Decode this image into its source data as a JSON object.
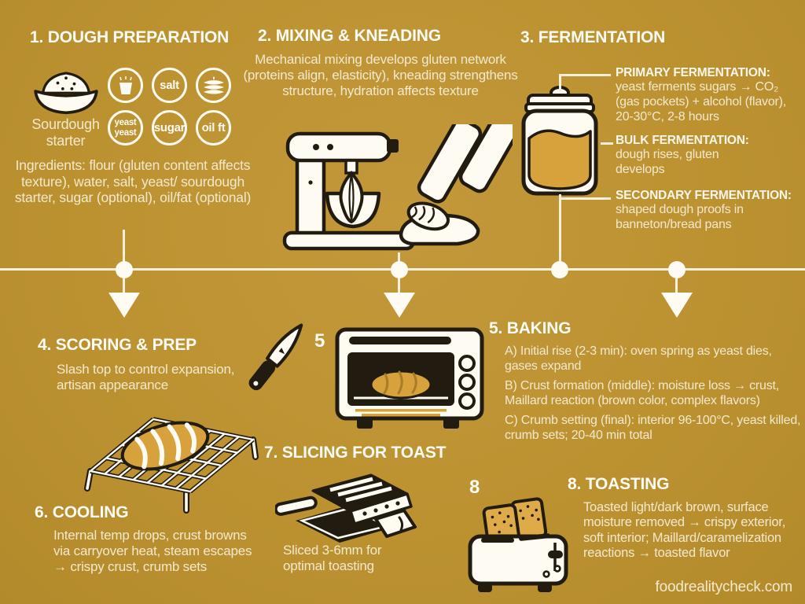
{
  "palette": {
    "background": "#bc9231",
    "ink_outline": "#211b10",
    "heading_white": "#fdfcf4",
    "body_cream": "#f3e9cc",
    "dough_gold": "#d7a23b",
    "toast_gold": "#dfab49"
  },
  "dough_prep": {
    "title": "1. DOUGH PREPARATION",
    "bowl_caption": "Sourdough starter",
    "circles": {
      "salt": "salt",
      "yeast": "yeast\nyeast",
      "sugar": "sugar",
      "oil": "oil ft"
    },
    "body": "Ingredients: flour (gluten content affects texture), water, salt, yeast/ sourdough starter, sugar (optional), oil/fat (optional)"
  },
  "mixing": {
    "title": "2. MIXING & KNEADING",
    "body": "Mechanical mixing develops gluten network (proteins align, elasticity), kneading strengthens structure, hydration affects texture"
  },
  "fermentation": {
    "title": "3. FERMENTATION",
    "items": [
      {
        "title": "PRIMARY FERMENTATION:",
        "body": "yeast ferments sugars → CO₂ (gas pockets) + alcohol (flavor), 20-30°C, 2-8 hours"
      },
      {
        "title": "BULK FERMENTATION:",
        "body": "dough rises, gluten develops"
      },
      {
        "title": "SECONDARY FERMENTATION:",
        "body": "shaped dough proofs in banneton/bread pans"
      }
    ]
  },
  "scoring": {
    "title": "4. SCORING & PREP",
    "body": "Slash top to control expansion, artisan appearance"
  },
  "baking": {
    "number_label": "5",
    "title": "5. BAKING",
    "items": [
      "A) Initial rise (2-3 min): oven spring as yeast dies, gases expand",
      "B) Crust formation (middle): moisture loss → crust, Maillard reaction (brown color, complex flavors)",
      "C) Crumb setting (final): interior 96-100°C, yeast killed, crumb sets; 20-40 min total"
    ]
  },
  "cooling": {
    "title": "6. COOLING",
    "body": "Internal temp drops, crust browns via carryover heat, steam escapes → crispy crust, crumb sets"
  },
  "slicing": {
    "title": "7. SLICING FOR TOAST",
    "body": "Sliced 3-6mm for optimal toasting"
  },
  "toasting": {
    "number_label": "8",
    "title": "8. TOASTING",
    "body": "Toasted light/dark brown, surface moisture removed → crispy exterior, soft interior; Maillard/caramelization reactions → toasted flavor"
  },
  "footer": {
    "site": "foodrealitycheck.com"
  }
}
